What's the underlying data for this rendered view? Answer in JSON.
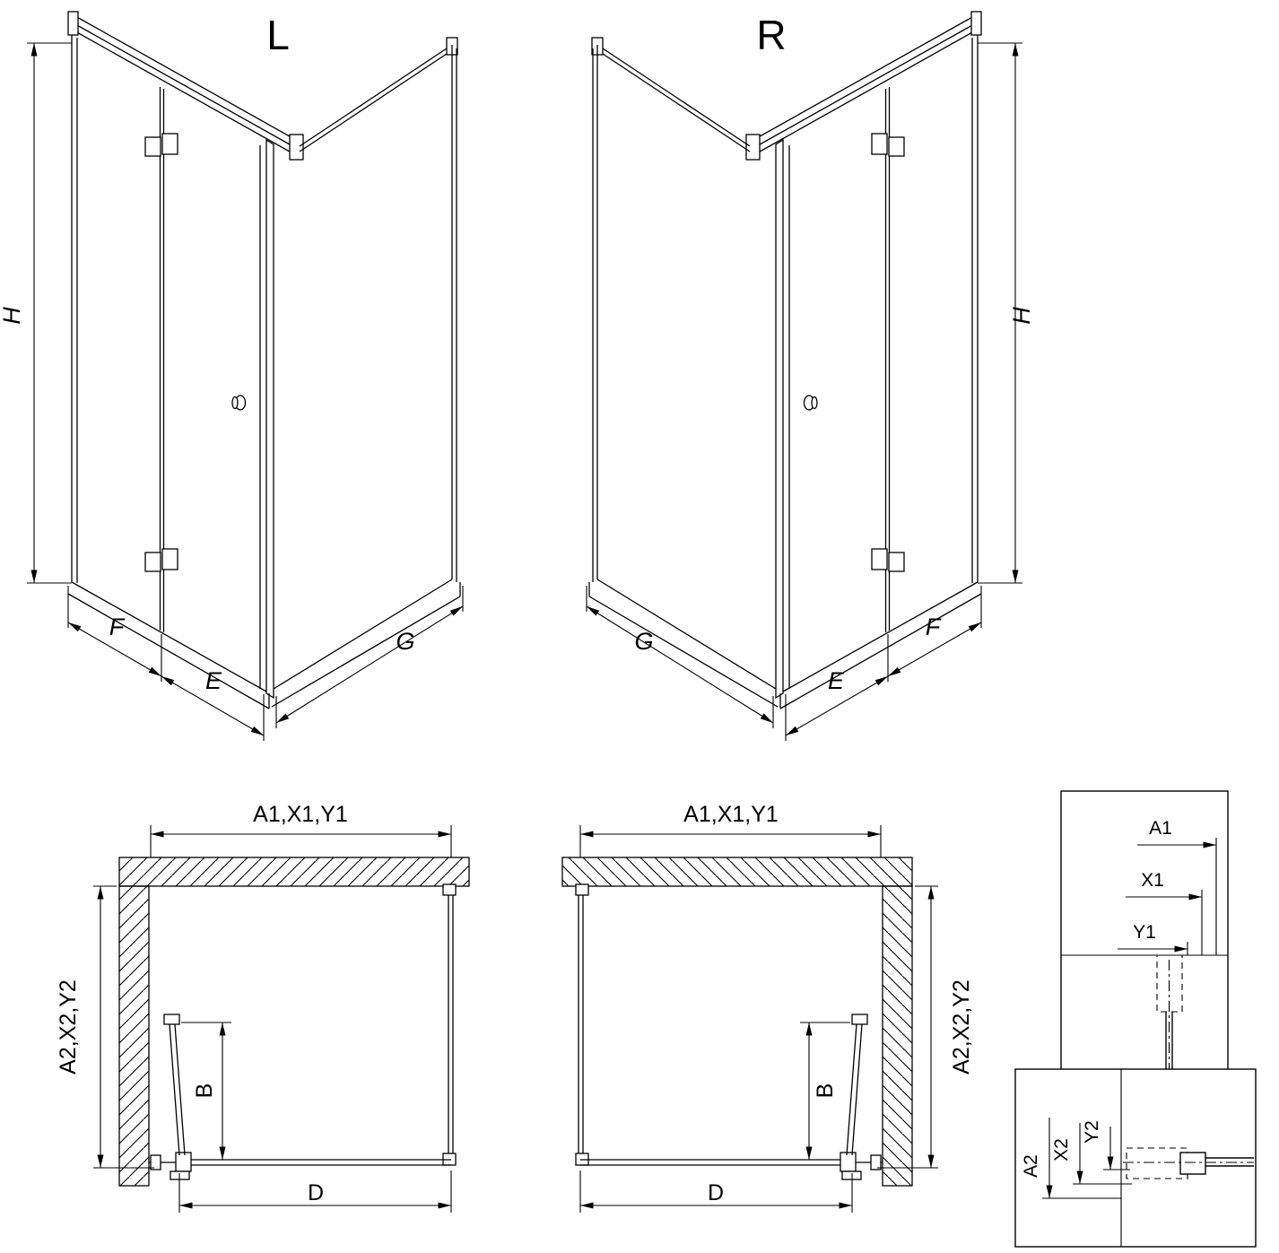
{
  "colors": {
    "line": "#000000",
    "background": "#ffffff"
  },
  "iso_left": {
    "title": "L",
    "dims": {
      "height": "H",
      "panel_f": "F",
      "panel_e": "E",
      "side": "G"
    }
  },
  "iso_right": {
    "title": "R",
    "dims": {
      "height": "H",
      "panel_f": "F",
      "panel_e": "E",
      "side": "G"
    }
  },
  "plan_left": {
    "dims": {
      "width_top": "A1,X1,Y1",
      "depth_side": "A2,X2,Y2",
      "door_projection": "B",
      "entry_width": "D"
    }
  },
  "plan_right": {
    "dims": {
      "width_top": "A1,X1,Y1",
      "depth_side": "A2,X2,Y2",
      "door_projection": "B",
      "entry_width": "D"
    }
  },
  "detail_top": {
    "dims": {
      "a1": "A1",
      "x1": "X1",
      "y1": "Y1"
    }
  },
  "detail_bottom": {
    "dims": {
      "a2": "A2",
      "x2": "X2",
      "y2": "Y2"
    }
  }
}
